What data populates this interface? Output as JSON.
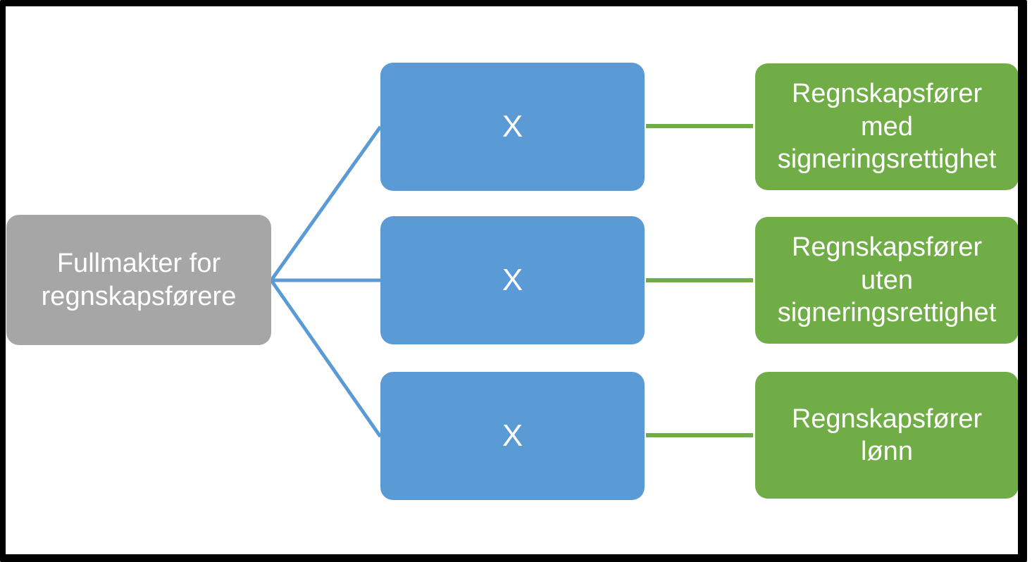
{
  "diagram": {
    "root": {
      "label": "Fullmakter for\nregnskapsførere"
    },
    "middle_nodes": [
      {
        "label": "X"
      },
      {
        "label": "X"
      },
      {
        "label": "X"
      }
    ],
    "leaf_nodes": [
      {
        "label": "Regnskapsfører\nmed\nsigneringsrettighet"
      },
      {
        "label": "Regnskapsfører\nuten\nsigneringsrettighet"
      },
      {
        "label": "Regnskapsfører\nlønn"
      }
    ],
    "colors": {
      "root": "#A6A6A6",
      "middle": "#5B9BD5",
      "leaf": "#70AD47",
      "connector_blue": "#5B9BD5",
      "connector_green": "#70AD47",
      "frame": "#000000",
      "background": "#FFFFFF",
      "text": "#FFFFFF"
    }
  }
}
